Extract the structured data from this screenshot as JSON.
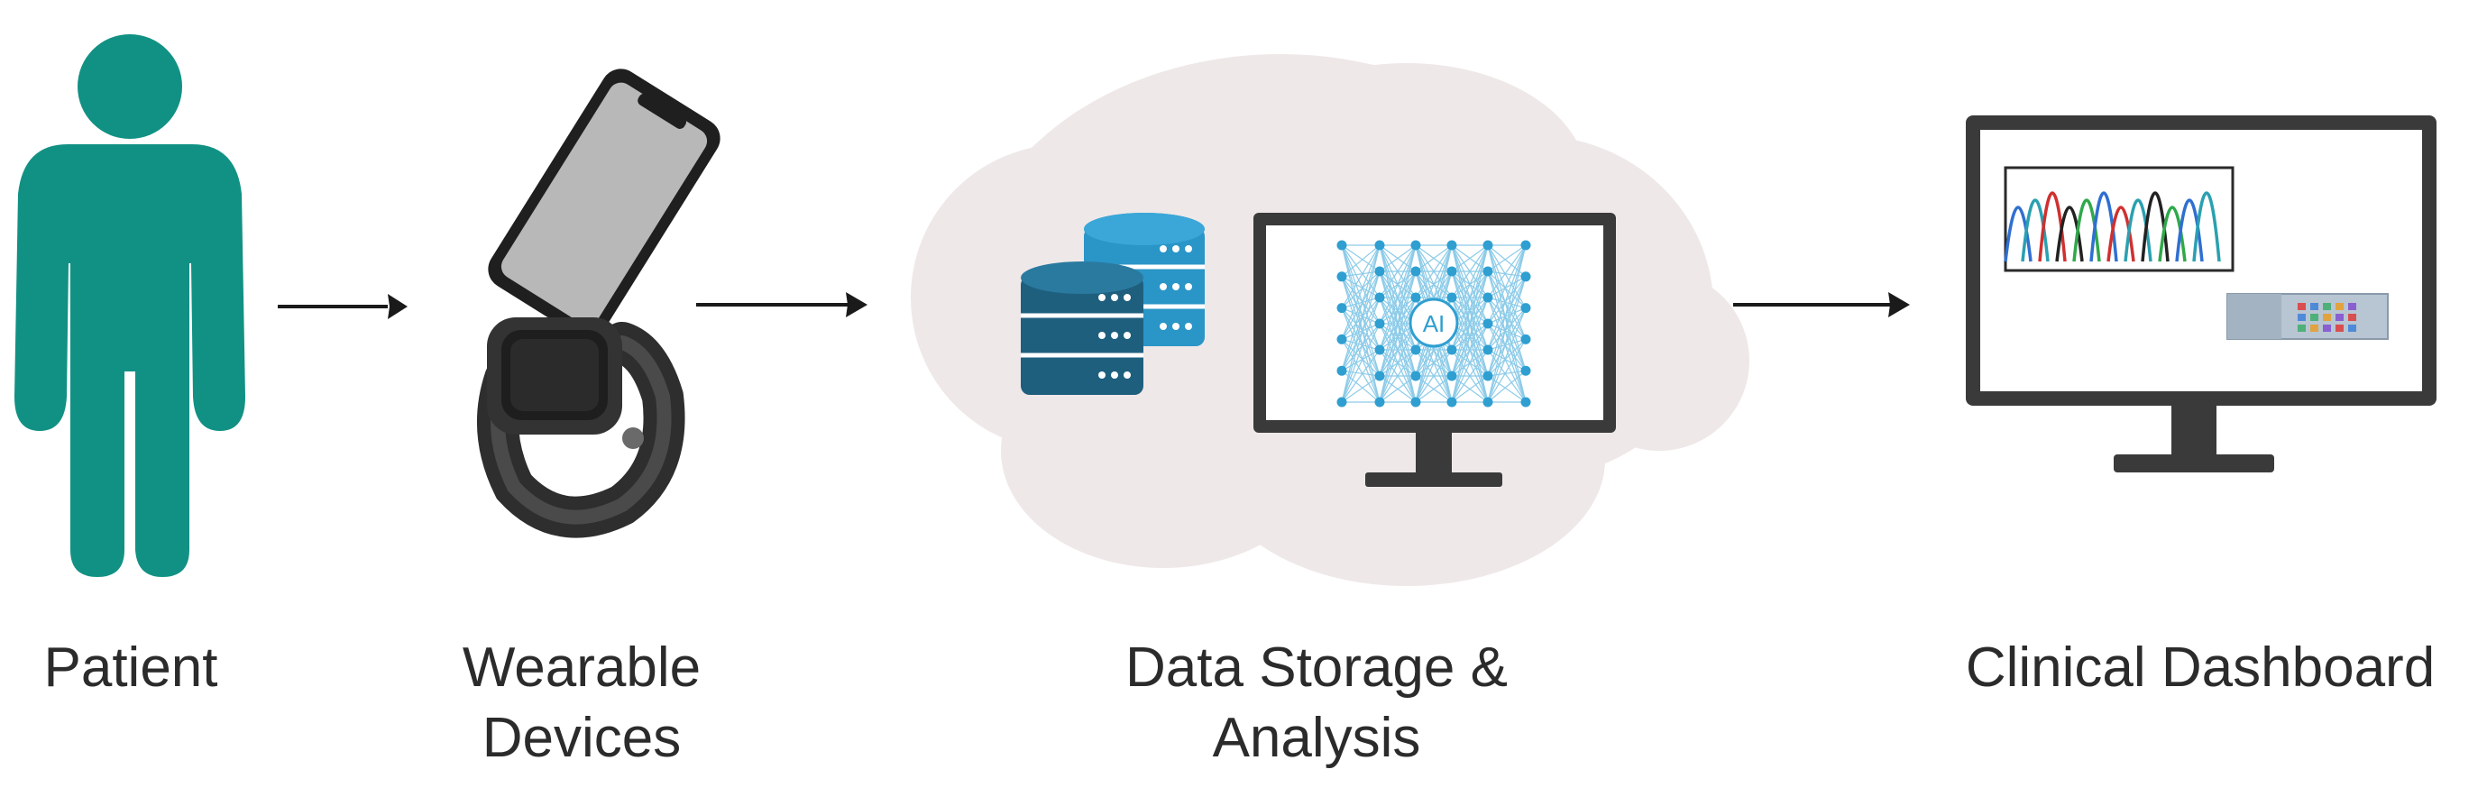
{
  "colors": {
    "patient": "#119184",
    "arrow": "#1a1a1a",
    "cloud": "#efe8e8",
    "database_light": "#2a95c7",
    "database_dark": "#1f5f7e",
    "monitor_frame": "#3a3a3a",
    "network": "#2f9fd1",
    "device_dark": "#3d3d3d",
    "phone_screen": "#b8b8b8"
  },
  "icons": {
    "patient": "person-icon",
    "phone": "smartphone-icon",
    "watch": "smartwatch-icon",
    "database": "database-icon",
    "ai": "neural-network-icon",
    "dashboard": "monitor-icon"
  },
  "stages": {
    "patient": {
      "label": "Patient"
    },
    "wearables": {
      "label_line1": "Wearable",
      "label_line2": "Devices"
    },
    "storage": {
      "label_line1": "Data Storage &",
      "label_line2": "Analysis",
      "ai_text": "AI"
    },
    "dashboard": {
      "label": "Clinical Dashboard"
    }
  }
}
